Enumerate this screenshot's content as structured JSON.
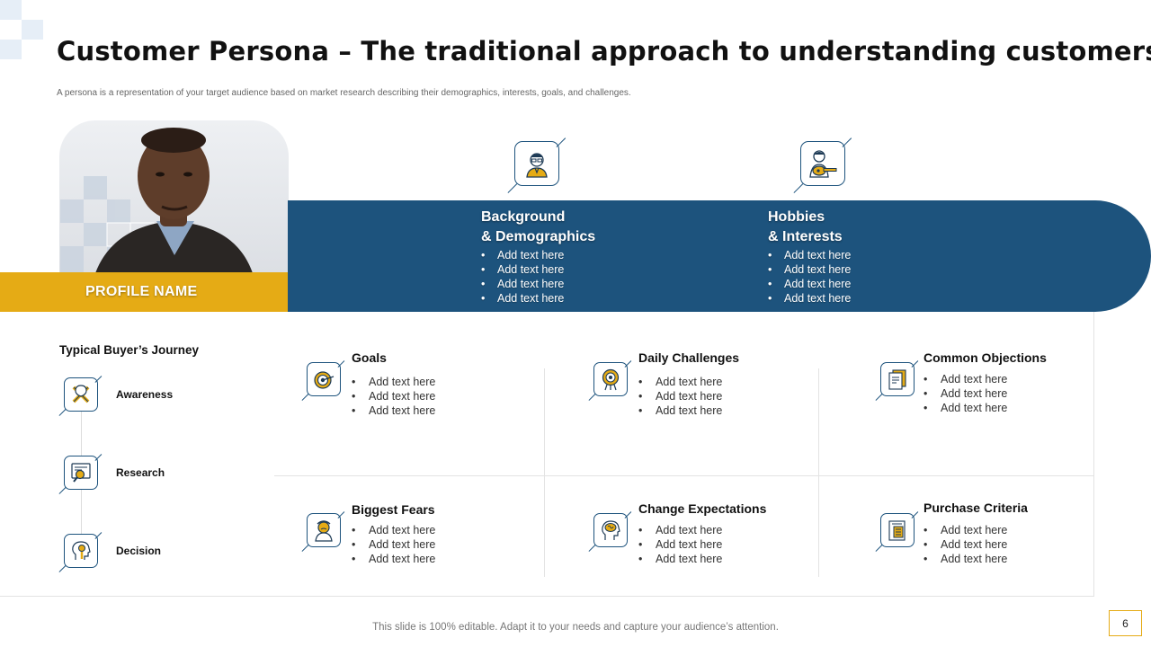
{
  "header": {
    "title": "Customer Persona – The traditional approach to understanding customers",
    "subtitle": "A persona is a representation of your target audience based on market research describing their demographics, interests, goals, and challenges."
  },
  "profile": {
    "name": "PROFILE NAME"
  },
  "band": {
    "background": {
      "title_line1": "Background",
      "title_line2": "& Demographics",
      "items": [
        "Add text here",
        "Add text here",
        "Add text here",
        "Add text here"
      ],
      "icon": "person-with-glasses-icon"
    },
    "hobbies": {
      "title_line1": "Hobbies",
      "title_line2": "& Interests",
      "items": [
        "Add text here",
        "Add text here",
        "Add text here",
        "Add text here"
      ],
      "icon": "guitar-player-icon"
    }
  },
  "journey": {
    "title": "Typical Buyer’s Journey",
    "steps": [
      {
        "label": "Awareness",
        "icon": "idea-tools-icon"
      },
      {
        "label": "Research",
        "icon": "search-document-icon"
      },
      {
        "label": "Decision",
        "icon": "decision-head-icon"
      }
    ]
  },
  "cells": {
    "goals": {
      "title": "Goals",
      "items": [
        "Add text here",
        "Add text here",
        "Add text here"
      ],
      "icon": "target-icon"
    },
    "daily_challenges": {
      "title": "Daily Challenges",
      "items": [
        "Add text here",
        "Add text here",
        "Add text here"
      ],
      "icon": "target-board-icon"
    },
    "common_objections": {
      "title": "Common Objections",
      "items": [
        "Add text here",
        "Add text here",
        "Add text here"
      ],
      "icon": "documents-icon"
    },
    "biggest_fears": {
      "title": "Biggest Fears",
      "items": [
        "Add text here",
        "Add text here",
        "Add text here"
      ],
      "icon": "worried-person-icon"
    },
    "change_expectations": {
      "title": "Change Expectations",
      "items": [
        "Add text here",
        "Add text here",
        "Add text here"
      ],
      "icon": "brain-head-icon"
    },
    "purchase_criteria": {
      "title": "Purchase Criteria",
      "items": [
        "Add text here",
        "Add text here",
        "Add text here"
      ],
      "icon": "checklist-icon"
    }
  },
  "footer": {
    "note": "This slide is 100% editable. Adapt it to your needs and capture your audience’s attention.",
    "page_number": "6"
  },
  "colors": {
    "accent_yellow": "#e5ab15",
    "primary_blue": "#1d537d"
  }
}
